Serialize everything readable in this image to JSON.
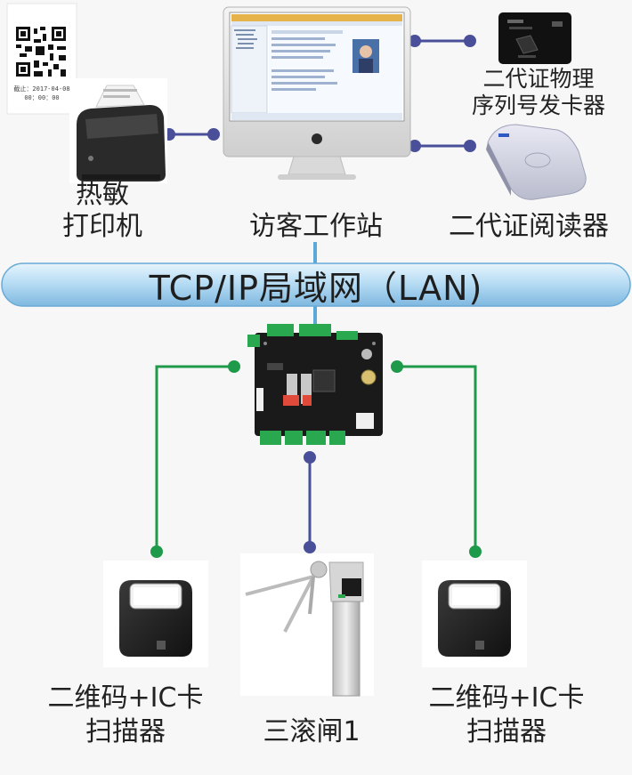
{
  "colors": {
    "connector_blue": "#4a4f9a",
    "connector_green": "#1f9a4a",
    "lan_bar": "#8fc3e6",
    "lan_bar_light": "#dff0fb"
  },
  "lan": {
    "label": "TCP/IP局域网（LAN)"
  },
  "qr_ticket": {
    "icon": "qr-code-icon",
    "line1": "截止：2017-04-08",
    "line2": "00：00：00"
  },
  "nodes": {
    "printer": {
      "icon": "thermal-printer-icon",
      "label_line1": "热敏",
      "label_line2": "打印机"
    },
    "workstation": {
      "icon": "monitor-icon",
      "label": "访客工作站"
    },
    "card_issuer": {
      "icon": "card-issuer-icon",
      "label_line1": "二代证物理",
      "label_line2": "序列号发卡器"
    },
    "id_reader": {
      "icon": "id-card-reader-icon",
      "label": "二代证阅读器"
    },
    "controller": {
      "icon": "controller-board-icon"
    },
    "scanner_left": {
      "icon": "qr-scanner-icon",
      "label_line1": "二维码+IC卡",
      "label_line2": "扫描器"
    },
    "turnstile": {
      "icon": "tripod-turnstile-icon",
      "label": "三滚闸1"
    },
    "scanner_right": {
      "icon": "qr-scanner-icon",
      "label_line1": "二维码+IC卡",
      "label_line2": "扫描器"
    }
  }
}
